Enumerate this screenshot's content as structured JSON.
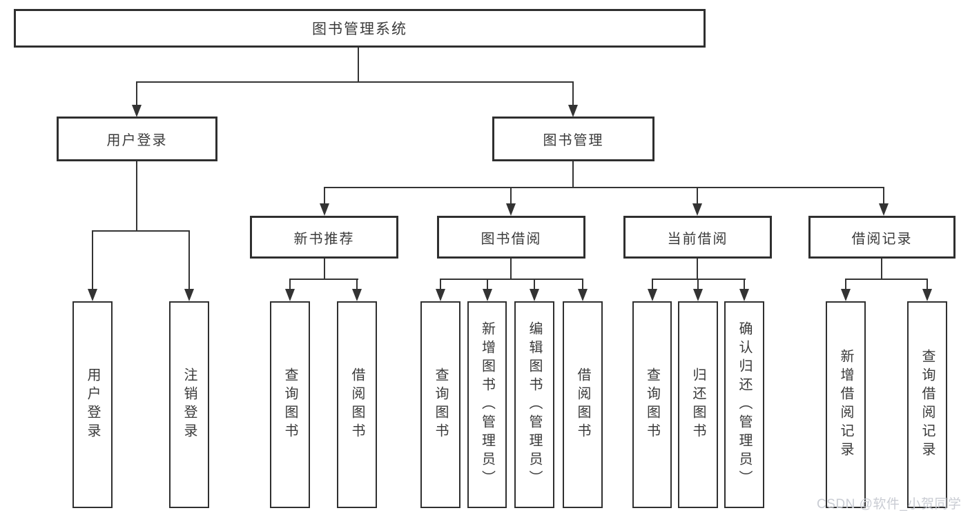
{
  "diagram": {
    "root": {
      "label": "图书管理系统"
    },
    "level2": [
      {
        "label": "用户登录"
      },
      {
        "label": "图书管理"
      }
    ],
    "level3": [
      {
        "label": "新书推荐"
      },
      {
        "label": "图书借阅"
      },
      {
        "label": "当前借阅"
      },
      {
        "label": "借阅记录"
      }
    ],
    "leaves": {
      "user_login": [
        {
          "label": "用户登录"
        },
        {
          "label": "注销登录"
        }
      ],
      "new_book_recommend": [
        {
          "label": "查询图书"
        },
        {
          "label": "借阅图书"
        }
      ],
      "book_borrow": [
        {
          "label": "查询图书"
        },
        {
          "label": "新增图书（管理员）"
        },
        {
          "label": "编辑图书（管理员）"
        },
        {
          "label": "借阅图书"
        }
      ],
      "current_borrow": [
        {
          "label": "查询图书"
        },
        {
          "label": "归还图书"
        },
        {
          "label": "确认归还（管理员）"
        }
      ],
      "borrow_records": [
        {
          "label": "新增借阅记录"
        },
        {
          "label": "查询借阅记录"
        }
      ]
    },
    "watermark": "CSDN @软件_小贺同学",
    "colors": {
      "line": "#333333",
      "border": "#2f2f2f",
      "text": "#3a3a3a",
      "watermark": "#c9ccd3",
      "background": "#ffffff"
    }
  }
}
